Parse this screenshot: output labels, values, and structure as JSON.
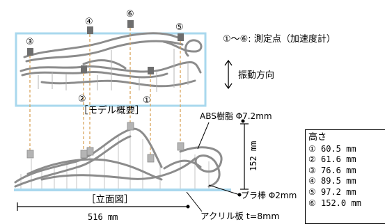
{
  "legend": {
    "measurement_points": "①〜⑥: 測定点（加速度計）",
    "vibration_direction": "振動方向"
  },
  "model_overview_caption": "［モデル概要］",
  "elevation_caption": "［立面図］",
  "point_markers": [
    "①",
    "②",
    "③",
    "④",
    "⑤",
    "⑥"
  ],
  "material_labels": {
    "abs_resin": "ABS樹脂 Φ7.2mm",
    "plastic_rod": "プラ棒 Φ2mm",
    "acrylic_plate": "アクリル板 t=8mm"
  },
  "dimensions": {
    "height": "152 mm",
    "width": "516 mm"
  },
  "height_table": {
    "title": "高さ",
    "rows": [
      {
        "point": "①",
        "value": "60.5 mm"
      },
      {
        "point": "②",
        "value": "61.6 mm"
      },
      {
        "point": "③",
        "value": "76.6 mm"
      },
      {
        "point": "④",
        "value": "89.5 mm"
      },
      {
        "point": "⑤",
        "value": "97.2 mm"
      },
      {
        "point": "⑥",
        "value": "152.0 mm"
      }
    ]
  },
  "colors": {
    "frame": "#a9d8ee",
    "track": "#8c8c8c",
    "dashed_link": "#d8a35a",
    "sensor": "#6e6e6e"
  }
}
